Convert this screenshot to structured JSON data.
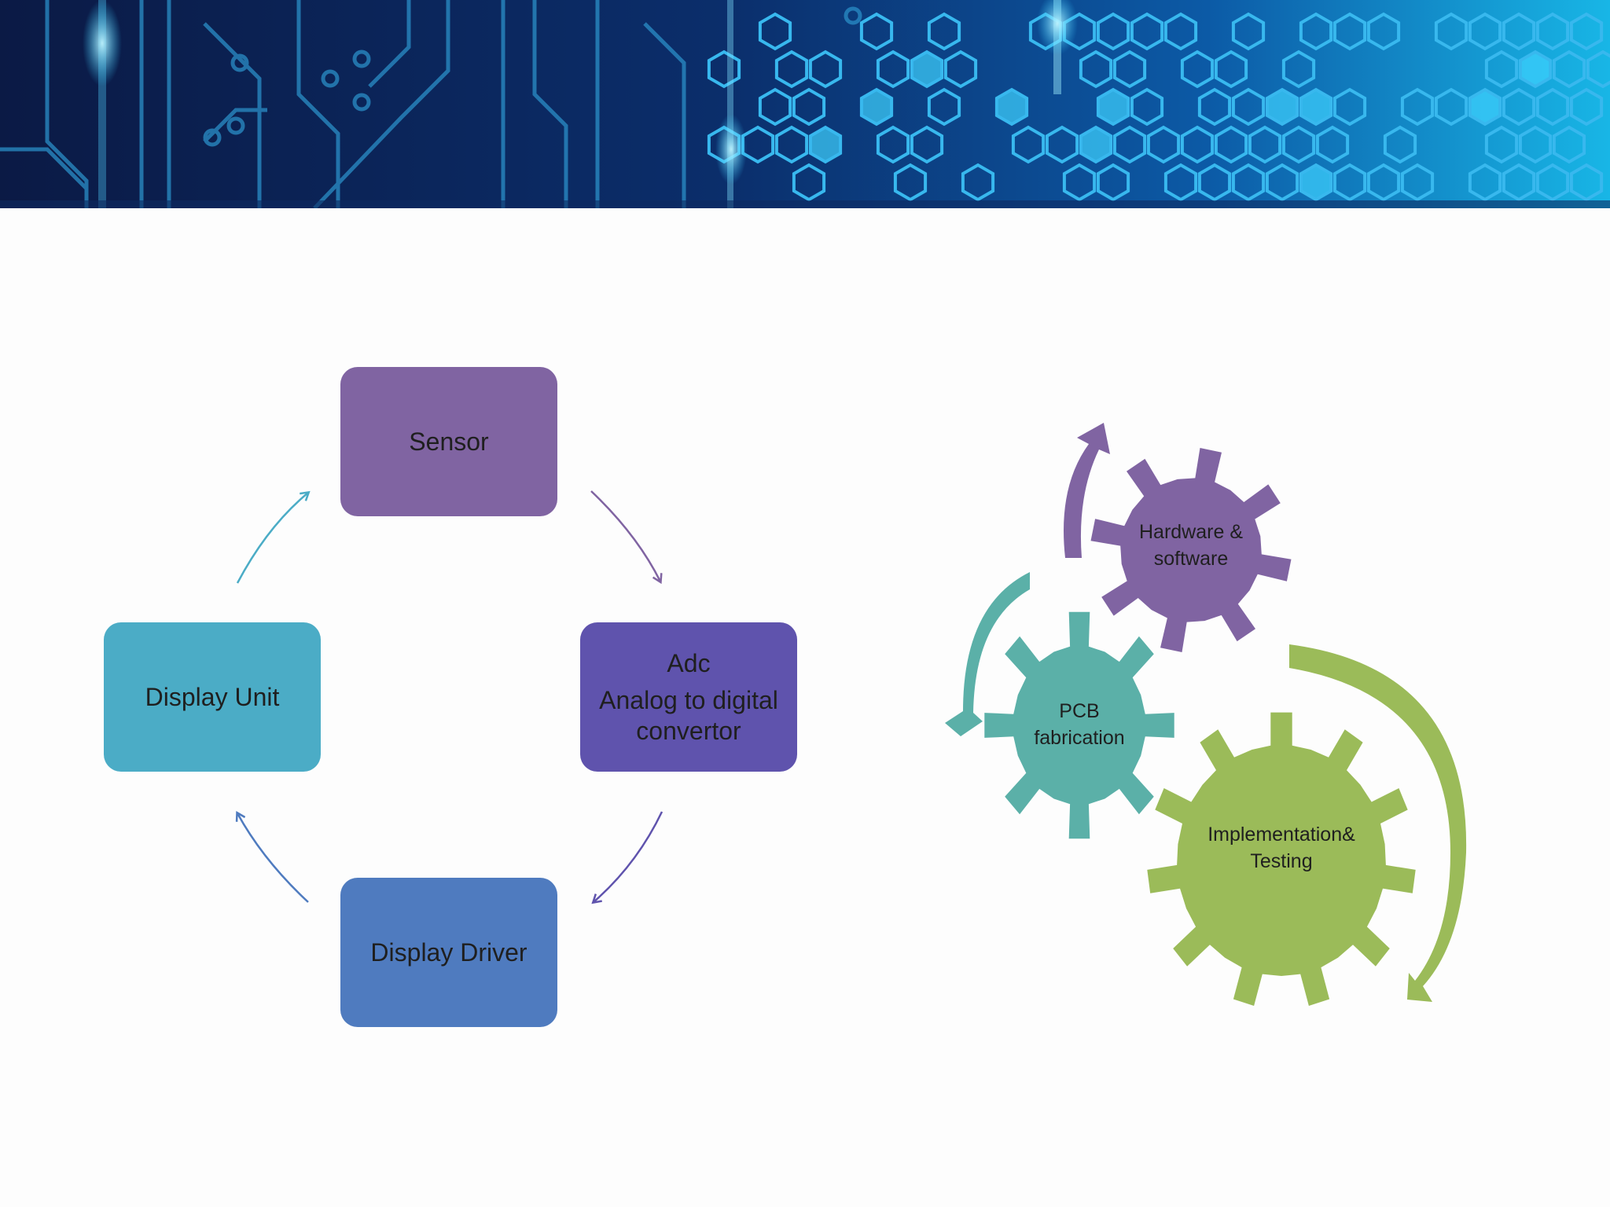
{
  "cycle": {
    "sensor": "Sensor",
    "adc_title": "Adc",
    "adc_subtitle": "Analog to digital convertor",
    "display_driver": "Display Driver",
    "display_unit": "Display Unit"
  },
  "gears": {
    "hardware_software": [
      "Hardware &",
      "software"
    ],
    "pcb": [
      "PCB",
      "fabrication"
    ],
    "implementation": [
      "Implementation&",
      "Testing"
    ]
  },
  "colors": {
    "sensor": "#8064a2",
    "adc": "#5f53ad",
    "display_driver": "#4f7bbf",
    "display_unit": "#4bacc6",
    "gear_purple": "#8064a2",
    "gear_teal": "#5bb0a8",
    "gear_green": "#9bbb59"
  }
}
